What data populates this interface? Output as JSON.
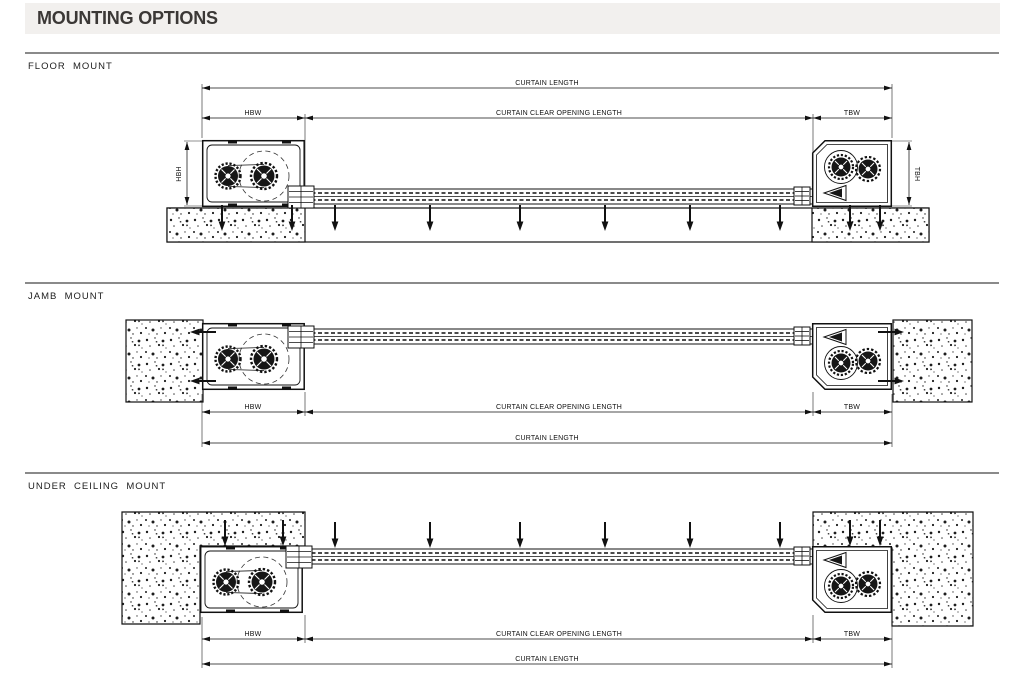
{
  "header": {
    "title": "MOUNTING OPTIONS"
  },
  "sections": {
    "floor": {
      "label": "FLOOR  MOUNT",
      "dims": {
        "curtain_length": "CURTAIN LENGTH",
        "clear_opening": "CURTAIN CLEAR OPENING LENGTH",
        "hbw": "HBW",
        "tbw": "TBW",
        "hbh": "HBH",
        "tbh": "TBH"
      }
    },
    "jamb": {
      "label": "JAMB  MOUNT",
      "dims": {
        "curtain_length": "CURTAIN LENGTH",
        "clear_opening": "CURTAIN CLEAR OPENING LENGTH",
        "hbw": "HBW",
        "tbw": "TBW"
      }
    },
    "ceiling": {
      "label": "UNDER  CEILING  MOUNT",
      "dims": {
        "curtain_length": "CURTAIN LENGTH",
        "clear_opening": "CURTAIN CLEAR OPENING LENGTH",
        "hbw": "HBW",
        "tbw": "TBW"
      }
    }
  },
  "colors": {
    "header_bg": "#f2f0ee",
    "header_text": "#3b3836",
    "line": "#111111",
    "divider": "#8a8a8a"
  }
}
